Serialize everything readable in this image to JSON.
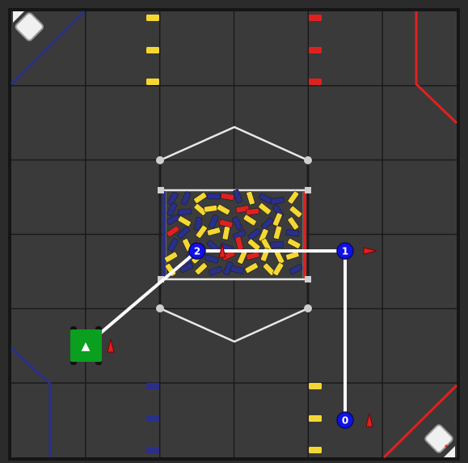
{
  "field": {
    "background": "#3a3a3a",
    "border_color": "#151515",
    "grid_color": "#1a1a1a",
    "tiles": 6
  },
  "colors": {
    "red": "#e02020",
    "blue": "#2a2f8a",
    "yellow": "#f5d733",
    "white": "#f2f2f2",
    "robot": "#0a9f1f",
    "waypoint": "#1010e8"
  },
  "waypoints": [
    {
      "label": "0",
      "name": "waypoint-0"
    },
    {
      "label": "1",
      "name": "waypoint-1"
    },
    {
      "label": "2",
      "name": "waypoint-2"
    }
  ],
  "robot": {
    "glyph": "▲",
    "heading": "up"
  },
  "heading_markers": [
    {
      "name": "robot-heading-marker",
      "direction": "up"
    },
    {
      "name": "waypoint-0-heading-marker",
      "direction": "up"
    },
    {
      "name": "waypoint-1-heading-marker",
      "direction": "right"
    },
    {
      "name": "waypoint-2-heading-marker",
      "direction": "up"
    }
  ],
  "goals": [
    {
      "name": "goal-top-left",
      "color": "yellow"
    },
    {
      "name": "goal-top-right",
      "color": "red"
    },
    {
      "name": "goal-bottom-left",
      "color": "blue"
    },
    {
      "name": "goal-bottom-right",
      "color": "yellow"
    }
  ]
}
